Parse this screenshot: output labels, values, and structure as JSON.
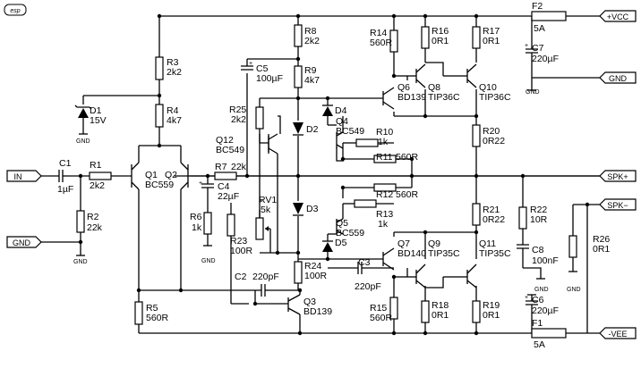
{
  "logo": "esp",
  "terminals": {
    "vcc": "+VCC",
    "gnd": "GND",
    "spk_plus": "SPK+",
    "spk_minus": "SPK−",
    "vee": "-VEE",
    "in": "IN",
    "gnd_in": "GND"
  },
  "gnd_symbol": "GND",
  "components": {
    "F2": {
      "ref": "F2",
      "value": "5A"
    },
    "F1": {
      "ref": "F1",
      "value": "5A"
    },
    "C7": {
      "ref": "C7",
      "value": "220µF"
    },
    "C6": {
      "ref": "C6",
      "value": "220µF"
    },
    "C8": {
      "ref": "C8",
      "value": "100nF"
    },
    "C5": {
      "ref": "C5",
      "value": "100µF"
    },
    "C4": {
      "ref": "C4",
      "value": "22µF"
    },
    "C1": {
      "ref": "C1",
      "value": "1µF"
    },
    "C2": {
      "ref": "C2",
      "value": "220pF"
    },
    "C3": {
      "ref": "C3",
      "value": "220pF"
    },
    "R1": {
      "ref": "R1",
      "value": "2k2"
    },
    "R2": {
      "ref": "R2",
      "value": "22k"
    },
    "R3": {
      "ref": "R3",
      "value": "2k2"
    },
    "R4": {
      "ref": "R4",
      "value": "4k7"
    },
    "R5": {
      "ref": "R5",
      "value": "560R"
    },
    "R6": {
      "ref": "R6",
      "value": "1k"
    },
    "R7": {
      "ref": "R7",
      "value": "22k"
    },
    "R8": {
      "ref": "R8",
      "value": "2k2"
    },
    "R9": {
      "ref": "R9",
      "value": "4k7"
    },
    "R10": {
      "ref": "R10",
      "value": "1k"
    },
    "R11": {
      "ref": "R11",
      "value": "560R"
    },
    "R12": {
      "ref": "R12",
      "value": "560R"
    },
    "R13": {
      "ref": "R13",
      "value": "1k"
    },
    "R14": {
      "ref": "R14",
      "value": "560R"
    },
    "R15": {
      "ref": "R15",
      "value": "560R"
    },
    "R16": {
      "ref": "R16",
      "value": "0R1"
    },
    "R17": {
      "ref": "R17",
      "value": "0R1"
    },
    "R18": {
      "ref": "R18",
      "value": "0R1"
    },
    "R19": {
      "ref": "R19",
      "value": "0R1"
    },
    "R20": {
      "ref": "R20",
      "value": "0R22"
    },
    "R21": {
      "ref": "R21",
      "value": "0R22"
    },
    "R22": {
      "ref": "R22",
      "value": "10R"
    },
    "R23": {
      "ref": "R23",
      "value": "100R"
    },
    "R24": {
      "ref": "R24",
      "value": "100R"
    },
    "R25": {
      "ref": "R25",
      "value": "2k2"
    },
    "R26": {
      "ref": "R26",
      "value": "0R1"
    },
    "RV1": {
      "ref": "RV1",
      "value": "5k"
    },
    "D1": {
      "ref": "D1",
      "value": "15V"
    },
    "D2": {
      "ref": "D2",
      "value": ""
    },
    "D3": {
      "ref": "D3",
      "value": ""
    },
    "D4": {
      "ref": "D4",
      "value": ""
    },
    "D5": {
      "ref": "D5",
      "value": ""
    },
    "Q1": {
      "ref": "Q1",
      "value": "BC559"
    },
    "Q2": {
      "ref": "Q2",
      "value": ""
    },
    "Q3": {
      "ref": "Q3",
      "value": "BD139"
    },
    "Q4": {
      "ref": "Q4",
      "value": "BC549"
    },
    "Q5": {
      "ref": "Q5",
      "value": "BC559"
    },
    "Q6": {
      "ref": "Q6",
      "value": "BD139"
    },
    "Q7": {
      "ref": "Q7",
      "value": "BD140"
    },
    "Q8": {
      "ref": "Q8",
      "value": "TIP36C"
    },
    "Q9": {
      "ref": "Q9",
      "value": "TIP35C"
    },
    "Q10": {
      "ref": "Q10",
      "value": "TIP36C"
    },
    "Q11": {
      "ref": "Q11",
      "value": "TIP35C"
    },
    "Q12": {
      "ref": "Q12",
      "value": "BC549"
    }
  }
}
